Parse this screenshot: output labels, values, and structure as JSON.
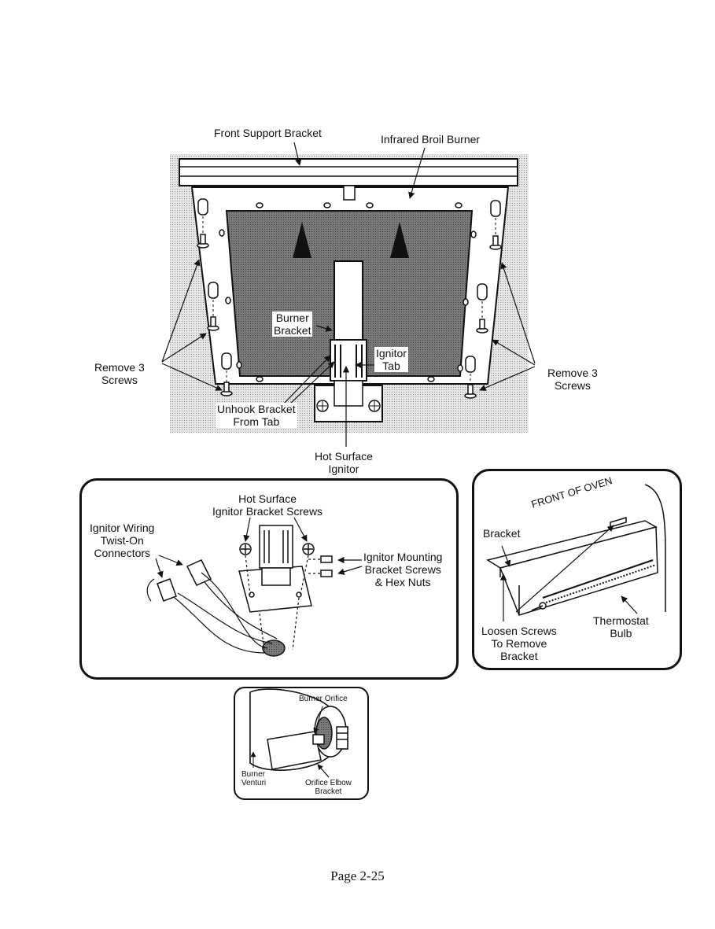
{
  "top_figure": {
    "front_support_bracket": "Front Support Bracket",
    "infrared_broil_burner": "Infrared Broil Burner",
    "burner_bracket": [
      "Burner",
      "Bracket"
    ],
    "ignitor_tab": [
      "Ignitor",
      "Tab"
    ],
    "remove_screws_left": [
      "Remove 3",
      "Screws"
    ],
    "remove_screws_right": [
      "Remove 3",
      "Screws"
    ],
    "unhook_bracket": [
      "Unhook Bracket",
      "From Tab"
    ],
    "hot_surface_ignitor": [
      "Hot Surface",
      "Ignitor"
    ]
  },
  "ignitor_panel": {
    "bracket_screws": [
      "Hot Surface",
      "Ignitor Bracket Screws"
    ],
    "wiring": [
      "Ignitor Wiring",
      "Twist-On",
      "Connectors"
    ],
    "mounting_screws": [
      "Ignitor Mounting",
      "Bracket Screws",
      "& Hex Nuts"
    ]
  },
  "thermostat_panel": {
    "front_of_oven": "FRONT OF OVEN",
    "bracket": "Bracket",
    "loosen_screws": [
      "Loosen Screws",
      "To Remove",
      "Bracket"
    ],
    "thermostat_bulb": [
      "Thermostat",
      "Bulb"
    ]
  },
  "orifice_panel": {
    "burner_orifice": "Burner Orifice",
    "burner_venturi": [
      "Burner",
      "Venturi"
    ],
    "orifice_elbow_bracket": [
      "Orifice Elbow",
      "Bracket"
    ]
  },
  "page_number": "Page 2-25"
}
